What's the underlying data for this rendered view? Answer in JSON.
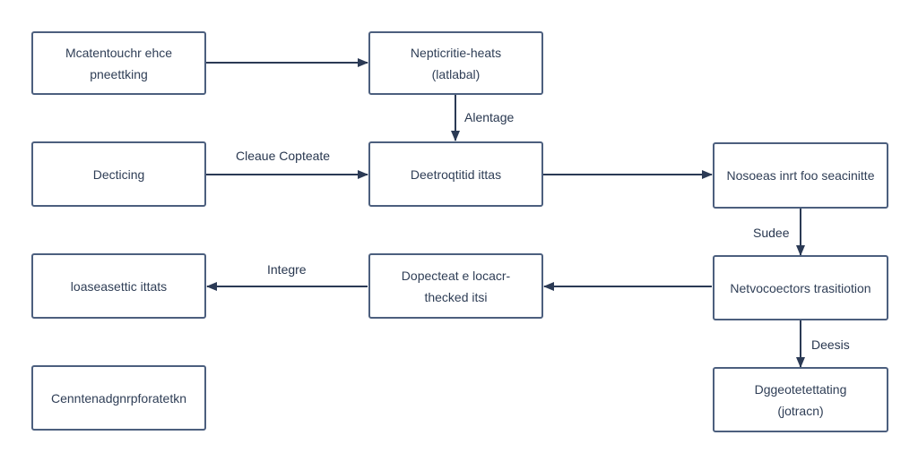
{
  "diagram": {
    "colors": {
      "box_border": "#4c5f7e",
      "box_text": "#2f3e56",
      "arrow": "#2b3a55"
    },
    "nodes": {
      "top_left": {
        "line1": "Mcatentouchr ehce",
        "line2": "pneettking"
      },
      "top_center": {
        "line1": "Nepticritie-heats",
        "line2": "(latlabal)"
      },
      "mid_left": {
        "line1": "Decticing"
      },
      "mid_center": {
        "line1": "Deetroqtitid ittas"
      },
      "mid_right": {
        "line1": "Nosoeas inrt foo seacinitte"
      },
      "row3_left": {
        "line1": "loaseasettic ittats"
      },
      "row3_center": {
        "line1": "Dopecteat e locacr-",
        "line2": "thecked itsi"
      },
      "row3_right": {
        "line1": "Netvocoectors trasitiotion"
      },
      "bottom_left": {
        "line1": "Cenntenadgnrpforatetkn"
      },
      "bottom_right": {
        "line1": "Dggeotetettating",
        "line2": "(jotracn)"
      }
    },
    "edge_labels": {
      "alentage": "Alentage",
      "cleaue_copteate": "Cleaue Copteate",
      "sudee": "Sudee",
      "integre": "Integre",
      "deesis": "Deesis"
    }
  }
}
